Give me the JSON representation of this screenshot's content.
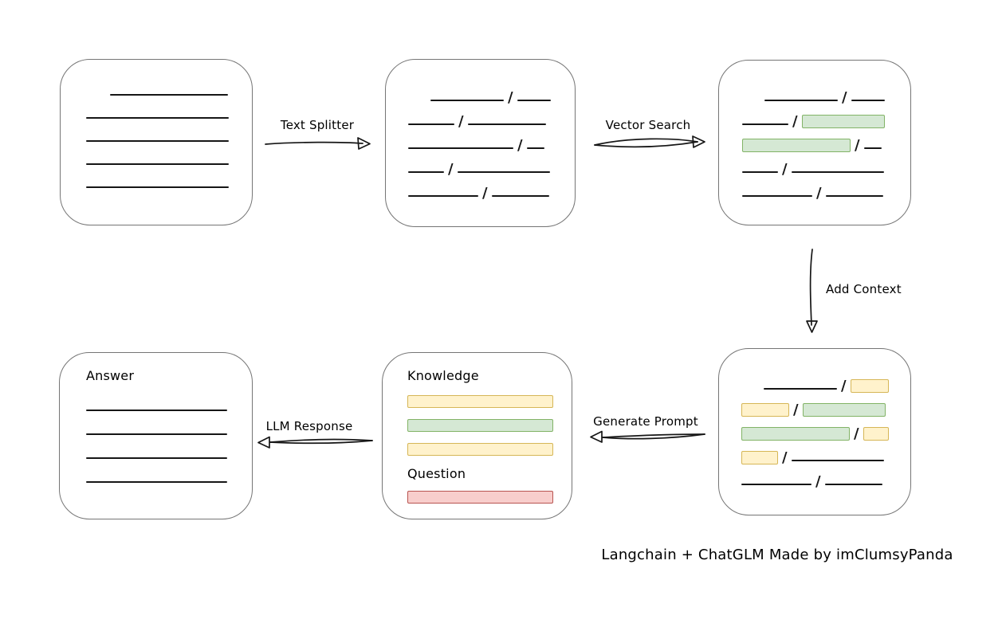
{
  "diagram": {
    "caption": "Langchain + ChatGLM Made by imClumsyPanda",
    "slash_glyph": "/",
    "colors": {
      "stroke": "#161616",
      "box_border": "#757575",
      "green_fill": "#d5e8d4",
      "green_stroke": "#82b366",
      "yellow_fill": "#fff2cc",
      "yellow_stroke": "#d6b656",
      "red_fill": "#f8cecc",
      "red_stroke": "#b85450"
    },
    "edges": [
      {
        "id": "text-splitter",
        "label": "Text Splitter",
        "direction": "right"
      },
      {
        "id": "vector-search",
        "label": "Vector Search",
        "direction": "right"
      },
      {
        "id": "add-context",
        "label": "Add Context",
        "direction": "down"
      },
      {
        "id": "generate-prompt",
        "label": "Generate Prompt",
        "direction": "left"
      },
      {
        "id": "llm-response",
        "label": "LLM Response",
        "direction": "left"
      }
    ],
    "nodes": {
      "document": {
        "rows": [
          {
            "indent": 30,
            "segs": [
              {
                "t": "line",
                "w": 148
              }
            ]
          },
          {
            "segs": [
              {
                "t": "line",
                "w": 179
              }
            ]
          },
          {
            "segs": [
              {
                "t": "line",
                "w": 179
              }
            ]
          },
          {
            "segs": [
              {
                "t": "line",
                "w": 179
              }
            ]
          },
          {
            "segs": [
              {
                "t": "line",
                "w": 179
              }
            ]
          }
        ]
      },
      "chunks": {
        "rows": [
          {
            "indent": 28,
            "segs": [
              {
                "t": "line",
                "w": 92
              },
              {
                "t": "slash"
              },
              {
                "t": "line",
                "w": 42
              }
            ]
          },
          {
            "segs": [
              {
                "t": "line",
                "w": 58
              },
              {
                "t": "slash"
              },
              {
                "t": "line",
                "w": 98
              }
            ]
          },
          {
            "segs": [
              {
                "t": "line",
                "w": 132
              },
              {
                "t": "slash"
              },
              {
                "t": "line",
                "w": 22
              }
            ]
          },
          {
            "segs": [
              {
                "t": "line",
                "w": 45
              },
              {
                "t": "slash"
              },
              {
                "t": "line",
                "w": 116
              }
            ]
          },
          {
            "segs": [
              {
                "t": "line",
                "w": 88
              },
              {
                "t": "slash"
              },
              {
                "t": "line",
                "w": 72
              }
            ]
          }
        ]
      },
      "matched_chunks": {
        "rows": [
          {
            "indent": 28,
            "segs": [
              {
                "t": "line",
                "w": 92
              },
              {
                "t": "slash"
              },
              {
                "t": "line",
                "w": 42
              }
            ]
          },
          {
            "segs": [
              {
                "t": "line",
                "w": 58
              },
              {
                "t": "slash"
              },
              {
                "t": "green",
                "w": 104
              }
            ]
          },
          {
            "segs": [
              {
                "t": "green",
                "w": 136
              },
              {
                "t": "slash"
              },
              {
                "t": "line",
                "w": 22
              }
            ]
          },
          {
            "segs": [
              {
                "t": "line",
                "w": 45
              },
              {
                "t": "slash"
              },
              {
                "t": "line",
                "w": 116
              }
            ]
          },
          {
            "segs": [
              {
                "t": "line",
                "w": 88
              },
              {
                "t": "slash"
              },
              {
                "t": "line",
                "w": 72
              }
            ]
          }
        ]
      },
      "context": {
        "rows": [
          {
            "indent": 28,
            "segs": [
              {
                "t": "line",
                "w": 92
              },
              {
                "t": "slash"
              },
              {
                "t": "yellow",
                "w": 48
              }
            ]
          },
          {
            "segs": [
              {
                "t": "yellow",
                "w": 60
              },
              {
                "t": "slash"
              },
              {
                "t": "green",
                "w": 104
              }
            ]
          },
          {
            "segs": [
              {
                "t": "green",
                "w": 136
              },
              {
                "t": "slash"
              },
              {
                "t": "yellow",
                "w": 32
              }
            ]
          },
          {
            "segs": [
              {
                "t": "yellow",
                "w": 46
              },
              {
                "t": "slash"
              },
              {
                "t": "line",
                "w": 116
              }
            ]
          },
          {
            "segs": [
              {
                "t": "line",
                "w": 88
              },
              {
                "t": "slash"
              },
              {
                "t": "line",
                "w": 72
              }
            ]
          }
        ]
      },
      "prompt": {
        "knowledge_label": "Knowledge",
        "question_label": "Question",
        "knowledge_bars": [
          {
            "color": "yellow"
          },
          {
            "color": "green"
          },
          {
            "color": "yellow"
          }
        ],
        "question_bars": [
          {
            "color": "red"
          }
        ]
      },
      "answer": {
        "label": "Answer",
        "rows": [
          {
            "segs": [
              {
                "t": "line",
                "w": 177
              }
            ]
          },
          {
            "segs": [
              {
                "t": "line",
                "w": 177
              }
            ]
          },
          {
            "segs": [
              {
                "t": "line",
                "w": 177
              }
            ]
          },
          {
            "segs": [
              {
                "t": "line",
                "w": 177
              }
            ]
          }
        ]
      }
    }
  }
}
